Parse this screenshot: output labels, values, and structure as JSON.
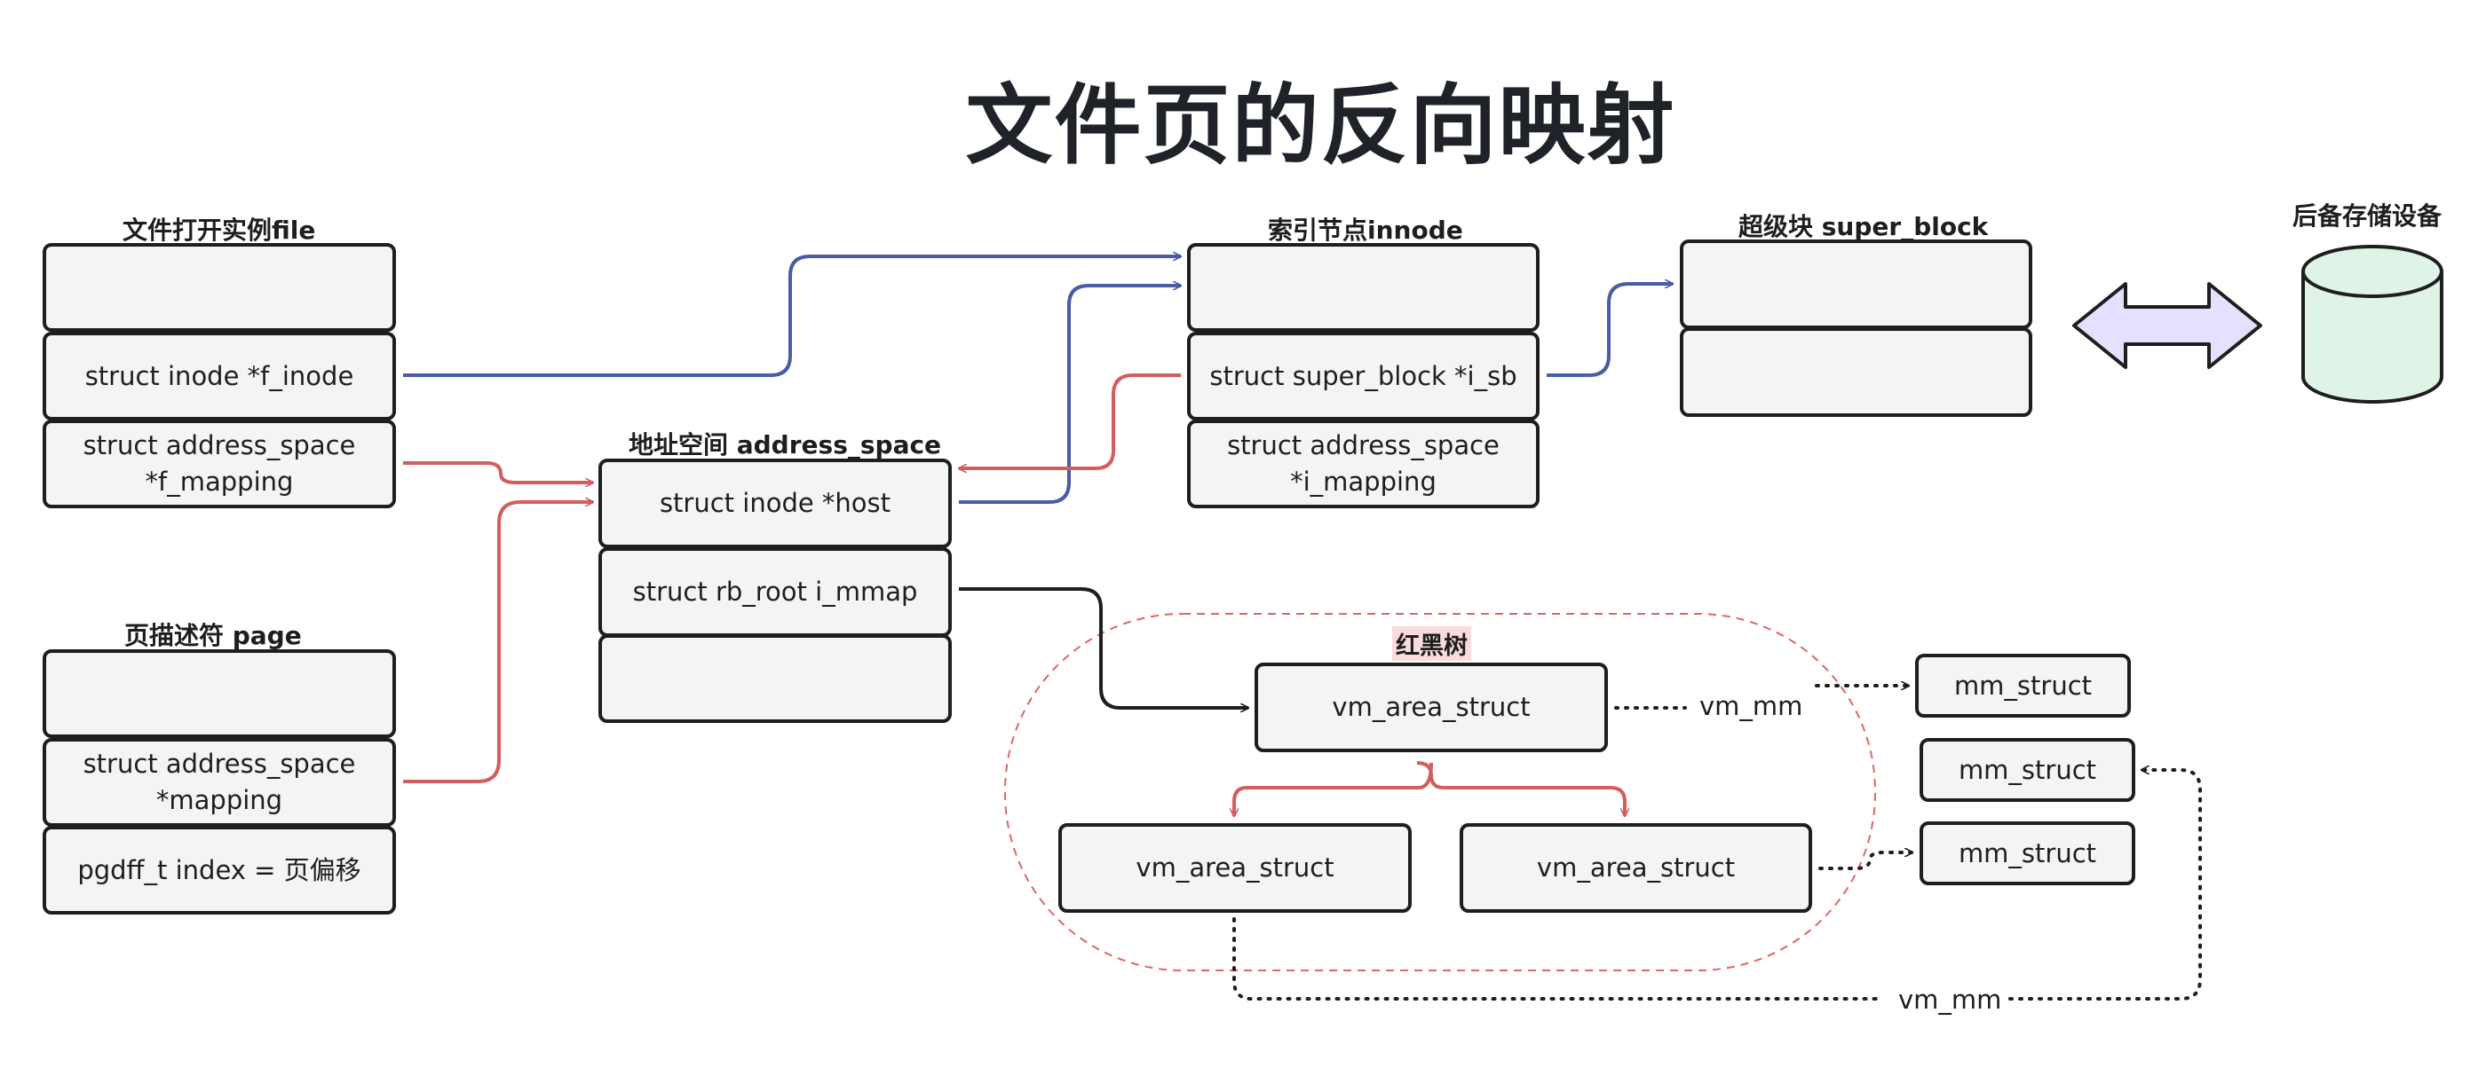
{
  "title": "文件页的反向映射",
  "headings": {
    "file": "文件打开实例file",
    "page": "页描述符 page",
    "address_space": "地址空间  address_space",
    "inode": "索引节点innode",
    "super_block": "超级块 super_block",
    "storage": "后备存储设备",
    "rb_tree": "红黑树"
  },
  "file_struct": [
    "",
    "struct inode *f_inode",
    "struct address_space\n*f_mapping"
  ],
  "page_struct": [
    "",
    "struct address_space\n*mapping",
    "pgdff_t index = 页偏移"
  ],
  "address_space_struct": [
    "struct inode *host",
    "struct rb_root i_mmap",
    ""
  ],
  "inode_struct": [
    "",
    "struct super_block *i_sb",
    "struct address_space\n*i_mapping"
  ],
  "super_block_struct": [
    "",
    ""
  ],
  "vm_area": {
    "root": "vm_area_struct",
    "left": "vm_area_struct",
    "right": "vm_area_struct"
  },
  "mm_structs": [
    "mm_struct",
    "mm_struct",
    "mm_struct"
  ],
  "link_labels": {
    "vm_mm_top": "vm_mm",
    "vm_mm_bottom": "vm_mm"
  },
  "colors": {
    "blue_link": "#4a5ba8",
    "red_link": "#d45d5d",
    "black_link": "#1e1e1e",
    "arrow_fill": "#e6e0ff",
    "cylinder_fill": "#dff3e6",
    "box_fill": "#f4f4f4",
    "rb_tree_border": "#e06565"
  }
}
